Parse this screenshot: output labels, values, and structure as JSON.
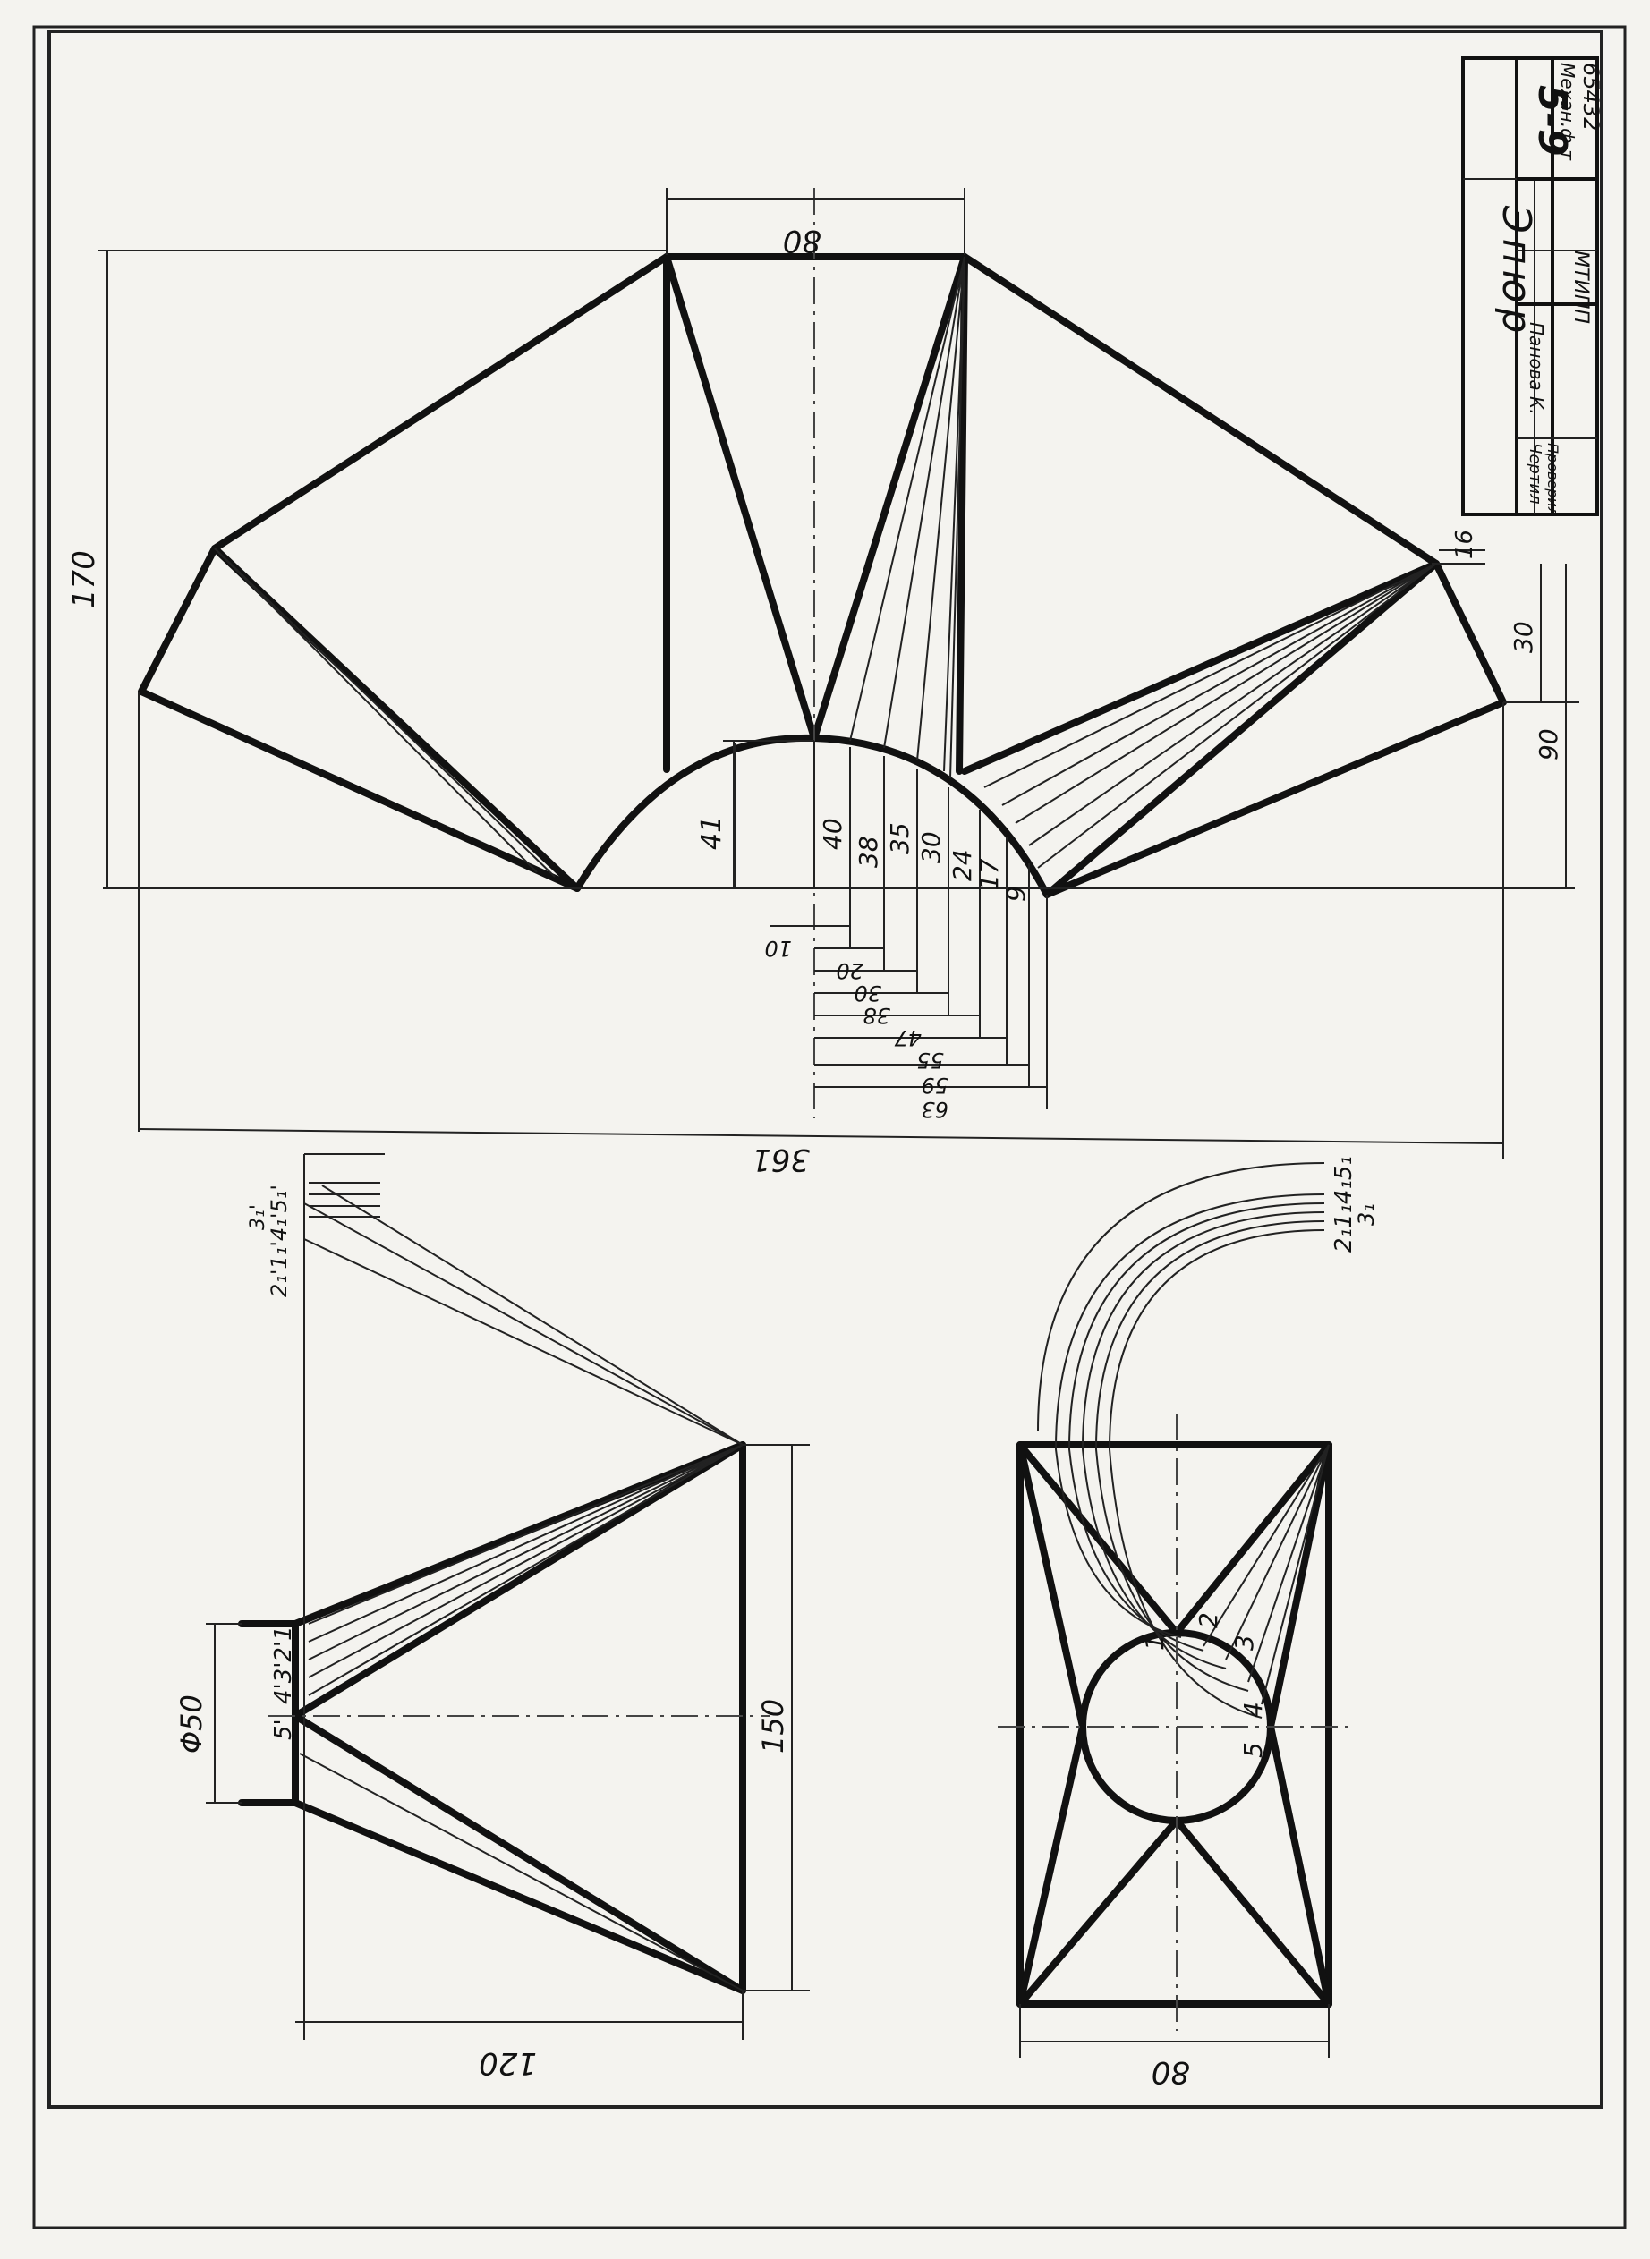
{
  "title_block": {
    "sheet_code": "5-9",
    "faculty": "Механ.ф-т",
    "group": "65432",
    "title": "Эпюр",
    "drawn_label": "Чертил",
    "drawn_by": "Панова К.",
    "checked_label": "Проверил",
    "institute": "МТИПП"
  },
  "development": {
    "dim_top": "80",
    "dim_height": "170",
    "dim_width": "361",
    "dim_arc_rise": "41",
    "dim_corner": "16",
    "dim_right_small": "30",
    "dim_right_large": "90",
    "vertical_measures": [
      "40",
      "38",
      "35",
      "30",
      "24",
      "17",
      "9"
    ],
    "horizontal_measures": [
      "10",
      "20",
      "30",
      "38",
      "47",
      "55",
      "59",
      "63"
    ]
  },
  "front_view": {
    "dim_diameter": "Φ50",
    "dim_height": "150",
    "dim_width": "120",
    "top_labels": "2₁'1₁'4₁'5₁'",
    "top_label_sub": "3₁'",
    "left_points": "4'3'2'1'",
    "left_point_5": "5'"
  },
  "top_view": {
    "dim_width": "80",
    "arc_labels": "2₁1₁4₁5₁",
    "arc_label_sub": "3₁",
    "points": [
      "1",
      "2",
      "3",
      "4",
      "5"
    ]
  }
}
